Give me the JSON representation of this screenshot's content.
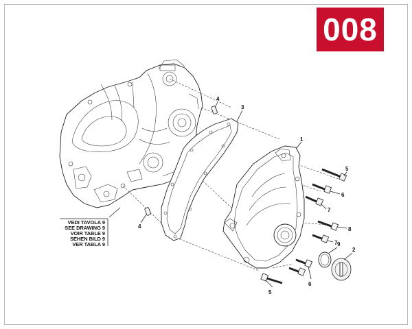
{
  "badge": {
    "number": "008",
    "color": "#c8102e"
  },
  "reference_note": {
    "lines": [
      "VEDI TAVOLA 9",
      "SEE DRAWING 9",
      "VOIR TABLE 9",
      "SEHEN BILD 9",
      "VER TABLA 9"
    ]
  },
  "callouts": {
    "c1": "1",
    "c2": "2",
    "c3": "3",
    "c4_top": "4",
    "c4_bottom": "4",
    "c5_top": "5",
    "c5_bottom": "5",
    "c6_top": "6",
    "c6_bottom": "6",
    "c7_top": "7",
    "c7_bottom": "7",
    "c8": "8",
    "c9": "9"
  }
}
